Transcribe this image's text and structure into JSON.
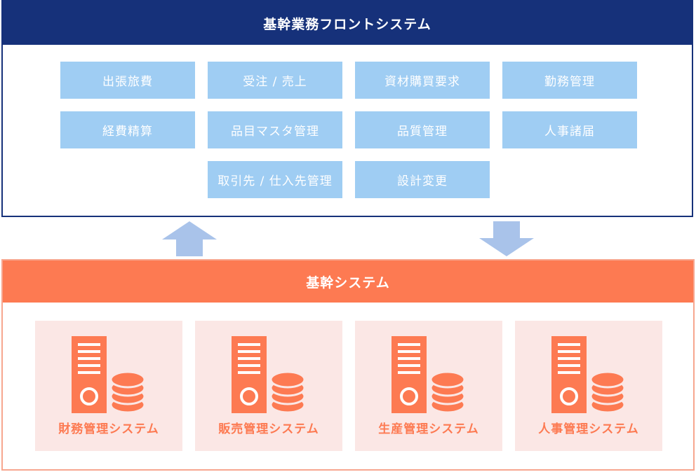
{
  "front_system": {
    "title": "基幹業務フロントシステム",
    "modules": [
      "出張旅費",
      "受注 / 売上",
      "資材購買要求",
      "勤務管理",
      "経費精算",
      "品目マスタ管理",
      "品質管理",
      "人事諸届",
      "取引先 / 仕入先管理",
      "設計変更"
    ]
  },
  "core_system": {
    "title": "基幹システム",
    "systems": [
      {
        "label": "財務管理システム",
        "icon": "server-database-icon"
      },
      {
        "label": "販売管理システム",
        "icon": "server-database-icon"
      },
      {
        "label": "生産管理システム",
        "icon": "server-database-icon"
      },
      {
        "label": "人事管理システム",
        "icon": "server-database-icon"
      }
    ]
  },
  "arrows": [
    {
      "direction": "up",
      "icon": "arrow-up-icon"
    },
    {
      "direction": "down",
      "icon": "arrow-down-icon"
    }
  ],
  "colors": {
    "front_header": "#16317a",
    "module_fill": "#9fcdf3",
    "core_header": "#fd7a52",
    "card_fill": "#fbe7e5",
    "arrow": "#a9c3ea"
  }
}
